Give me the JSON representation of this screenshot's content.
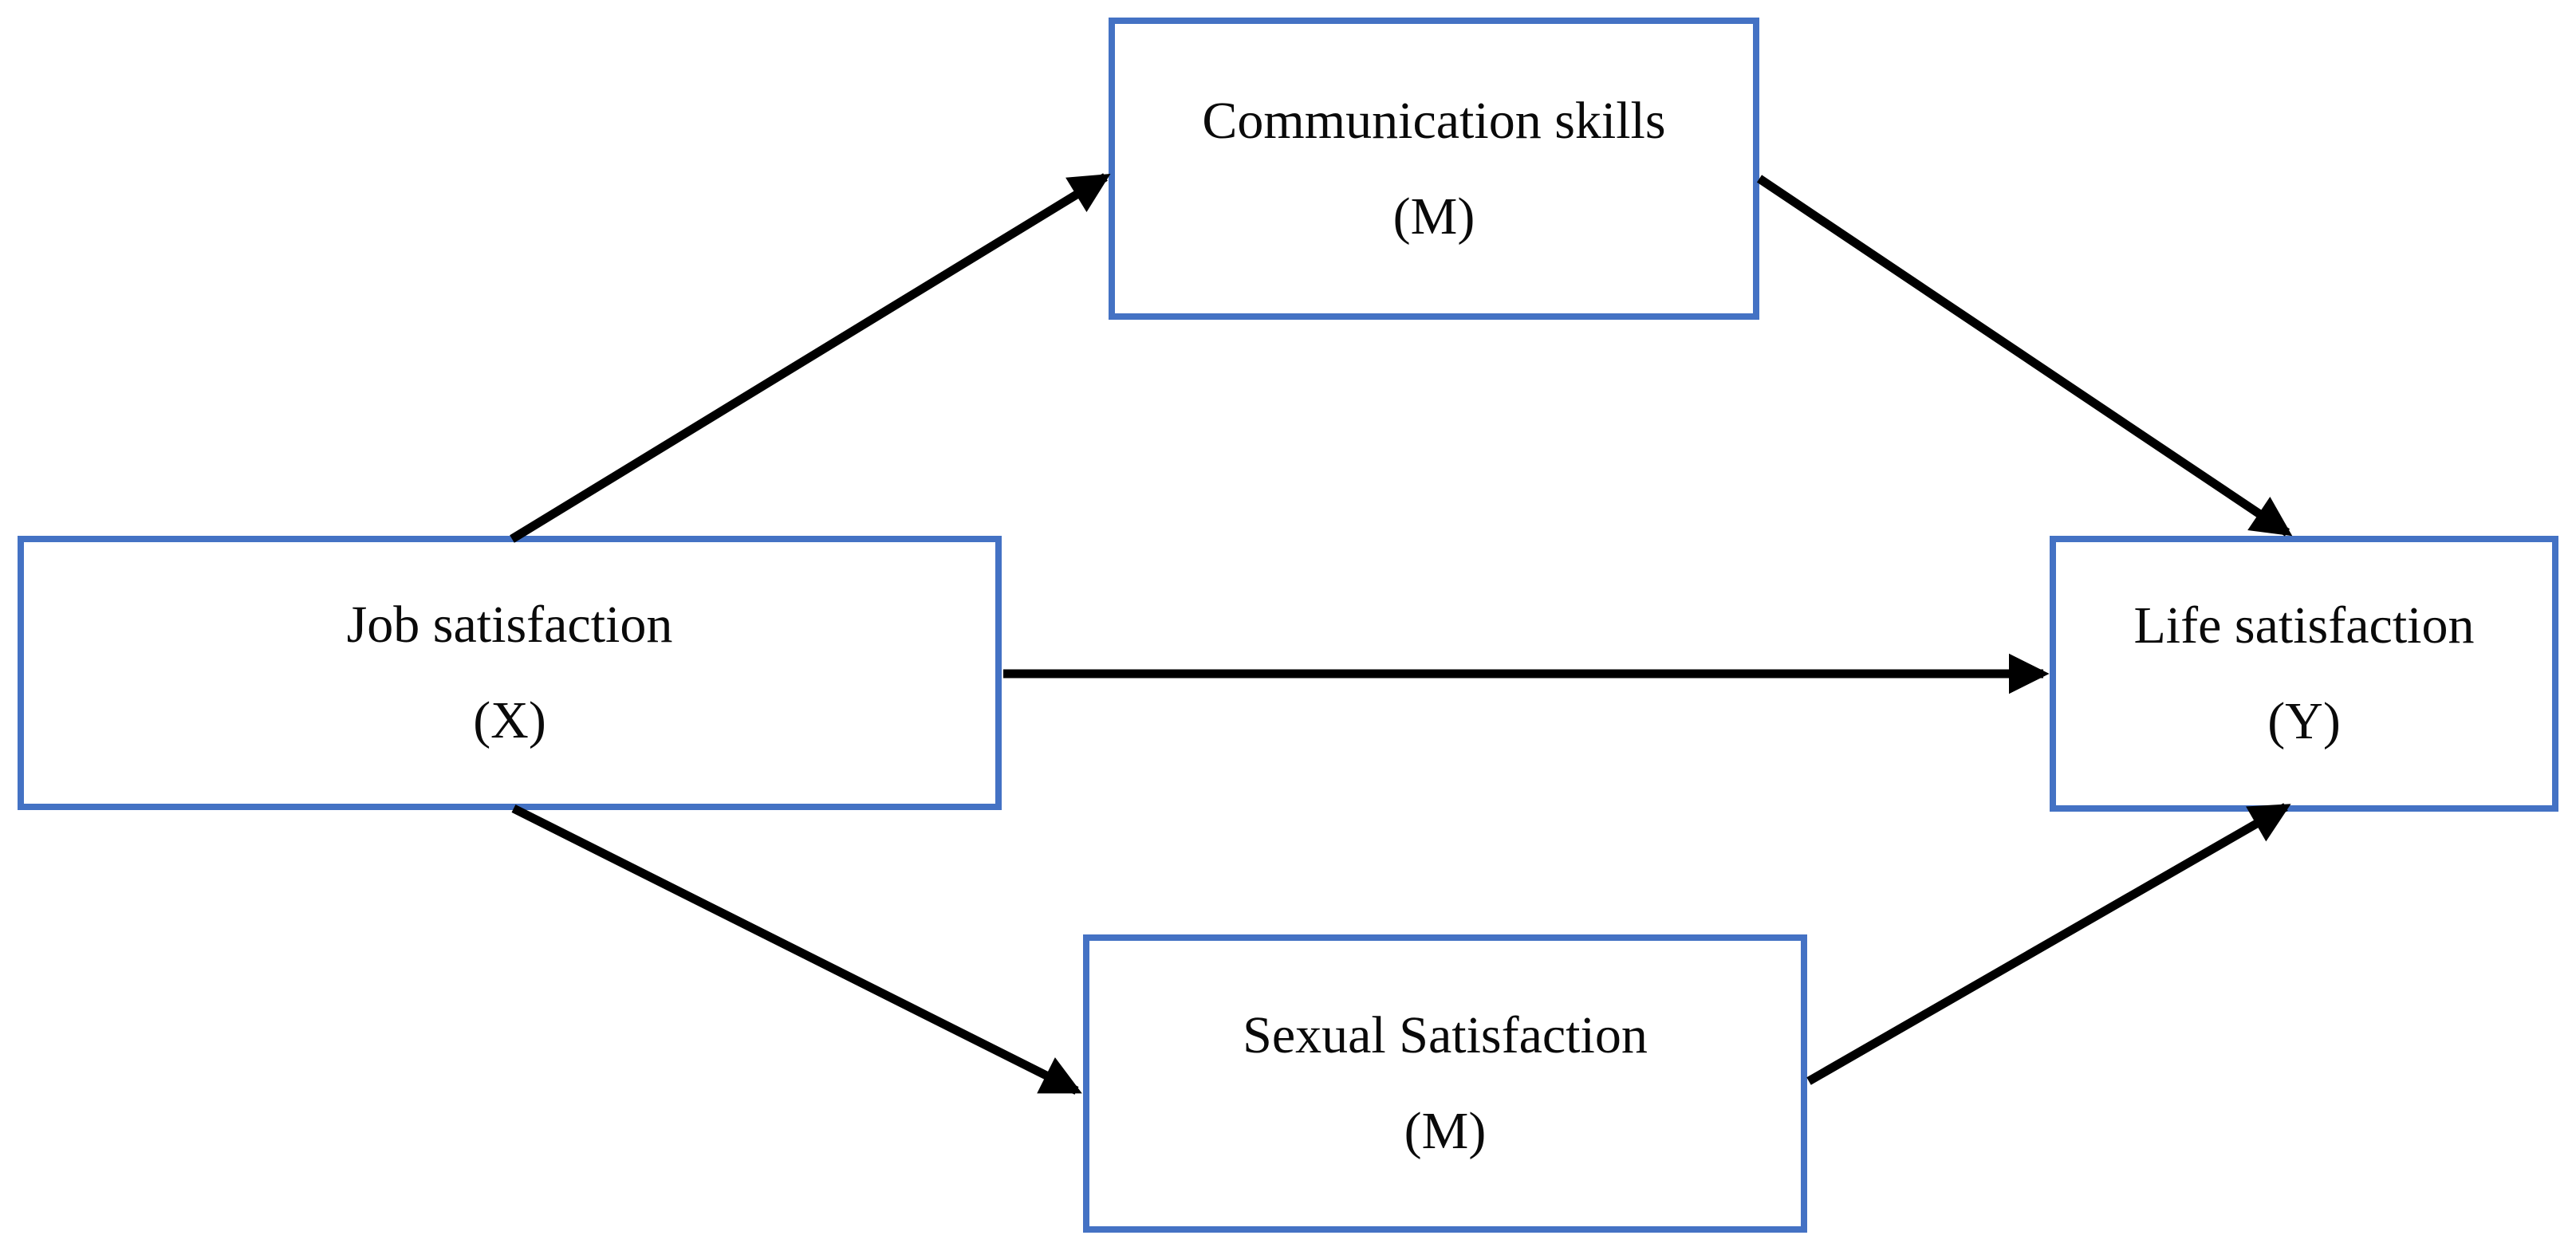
{
  "figure": {
    "type": "mediation-model-diagram",
    "background_color": "#ffffff",
    "box_border_color": "#4472C4",
    "box_fill_color": "#ffffff",
    "arrow_color": "#000000",
    "nodes": {
      "job": {
        "label": "Job satisfaction",
        "role": "(X)"
      },
      "communication": {
        "label": "Communication skills",
        "role": "(M)"
      },
      "sexual": {
        "label": "Sexual Satisfaction",
        "role": "(M)"
      },
      "life": {
        "label": "Life satisfaction",
        "role": "(Y)"
      }
    },
    "edges": [
      {
        "from": "job",
        "to": "communication"
      },
      {
        "from": "communication",
        "to": "life"
      },
      {
        "from": "job",
        "to": "life"
      },
      {
        "from": "job",
        "to": "sexual"
      },
      {
        "from": "sexual",
        "to": "life"
      }
    ]
  }
}
